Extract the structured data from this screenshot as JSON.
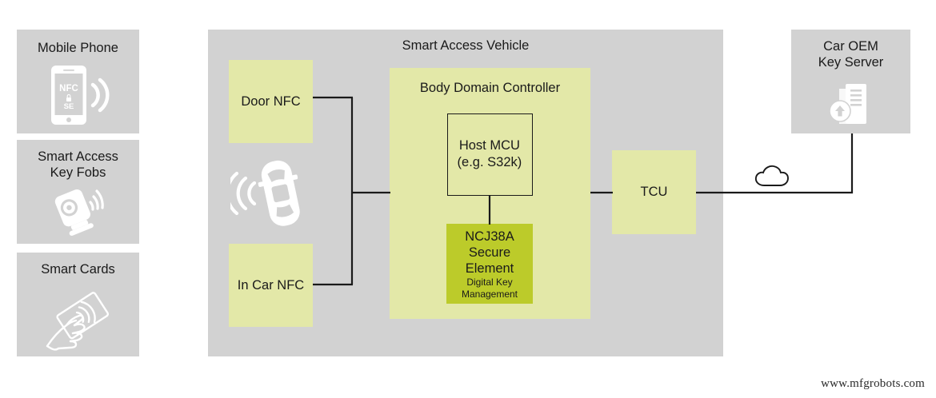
{
  "diagram": {
    "title": "Smart Access Vehicle",
    "vehicle_container_label": "Smart Access Vehicle",
    "colors": {
      "panel_gray": "#d2d2d2",
      "light_yellow": "#e3e8a8",
      "olive_green": "#bccb2a",
      "line": "#1a1a1a",
      "icon_white": "#ffffff",
      "background": "#ffffff"
    },
    "left_cards": [
      {
        "id": "mobile-phone",
        "label": "Mobile Phone",
        "icon": "phone-nfc-se-icon",
        "icon_text": {
          "line1": "NFC",
          "line2": "SE",
          "lock": "lock-icon"
        }
      },
      {
        "id": "smart-access-key-fobs",
        "label": "Smart Access\nKey Fobs",
        "icon": "key-fob-signal-icon"
      },
      {
        "id": "smart-cards",
        "label": "Smart Cards",
        "icon": "hand-contactless-card-icon"
      }
    ],
    "vehicle": {
      "label": "Smart Access Vehicle",
      "car_icon": "car-top-view-signal-icon",
      "blocks": [
        {
          "id": "door-nfc",
          "label": "Door NFC"
        },
        {
          "id": "in-car-nfc",
          "label": "In Car NFC"
        },
        {
          "id": "tcu",
          "label": "TCU"
        }
      ],
      "body_domain_controller": {
        "label": "Body Domain Controller",
        "host_mcu": {
          "label": "Host MCU\n(e.g. S32k)"
        },
        "secure_element": {
          "label": "NCJ38A\nSecure\nElement",
          "sublabel": "Digital Key\nManagement"
        }
      }
    },
    "cloud": {
      "icon": "cloud-icon"
    },
    "key_server": {
      "label": "Car OEM\nKey Server",
      "icon": "server-upload-icon"
    }
  },
  "watermark": {
    "text": "www.mfgrobots.com"
  }
}
